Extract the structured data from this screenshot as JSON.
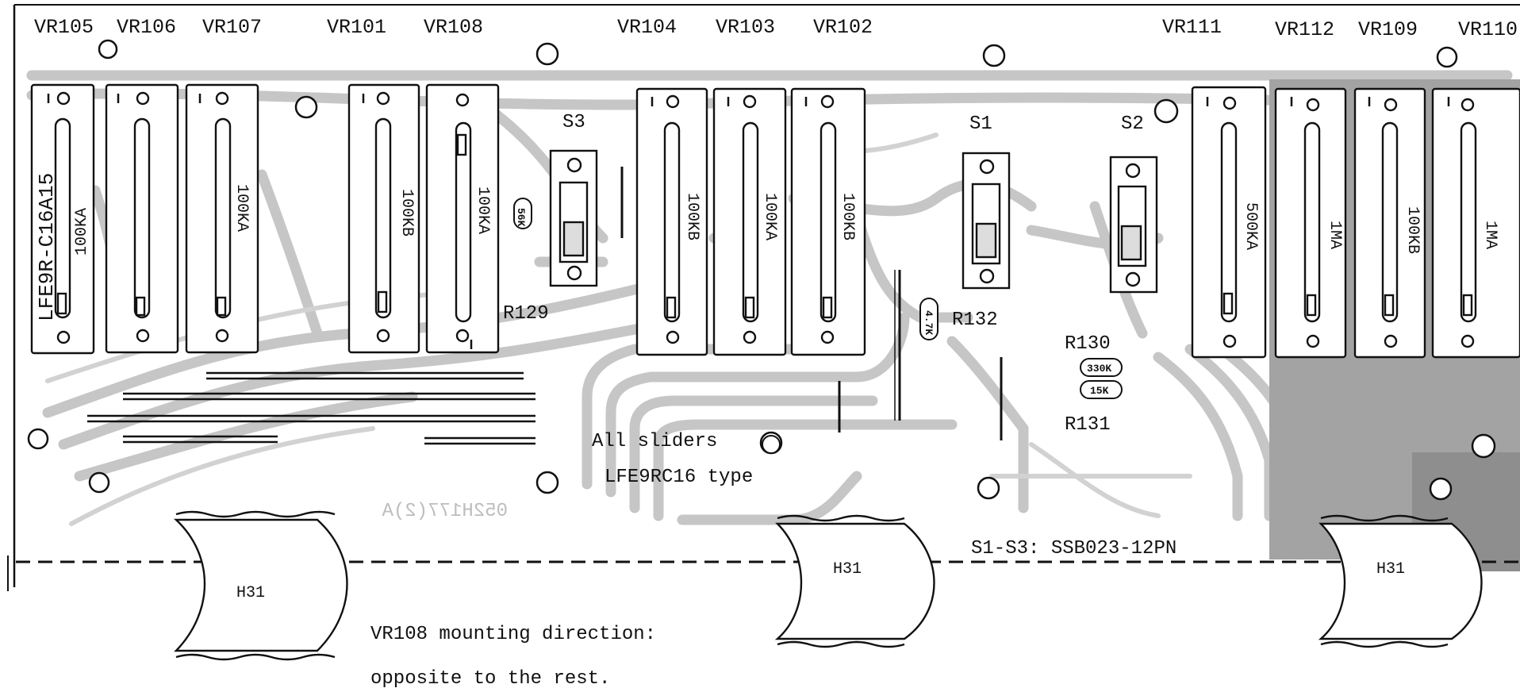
{
  "pots": [
    {
      "ref": "VR105",
      "value": "100KA"
    },
    {
      "ref": "VR106",
      "value": ""
    },
    {
      "ref": "VR107",
      "value": "100KA"
    },
    {
      "ref": "VR101",
      "value": "100KB"
    },
    {
      "ref": "VR108",
      "value": "100KA"
    },
    {
      "ref": "VR104",
      "value": "100KB"
    },
    {
      "ref": "VR103",
      "value": "100KA"
    },
    {
      "ref": "VR102",
      "value": "100KB"
    },
    {
      "ref": "VR111",
      "value": "500KA"
    },
    {
      "ref": "VR112",
      "value": "1MA"
    },
    {
      "ref": "VR109",
      "value": "100KB"
    },
    {
      "ref": "VR110",
      "value": "1MA"
    }
  ],
  "part_no": "LFE9R-C16A15",
  "switches": [
    "S3",
    "S1",
    "S2"
  ],
  "resistors": [
    {
      "ref": "R129",
      "value": "56K"
    },
    {
      "ref": "R132",
      "value": "4.7K"
    },
    {
      "ref": "R130",
      "value": "330K"
    },
    {
      "ref": "R131",
      "value": "15K"
    }
  ],
  "notes": {
    "sliders_line1": "All sliders",
    "sliders_line2": "LFE9RC16 type",
    "switch_type": "S1-S3: SSB023-12PN",
    "vr108_line1": "VR108 mounting direction:",
    "vr108_line2": "opposite to the rest."
  },
  "board_marking": "052H177(2)A",
  "connector_label": "H31",
  "colors": {
    "pcb_trace": "#c6c6c6",
    "pcb_dark": "#9a9a9a",
    "ink": "#111111"
  }
}
